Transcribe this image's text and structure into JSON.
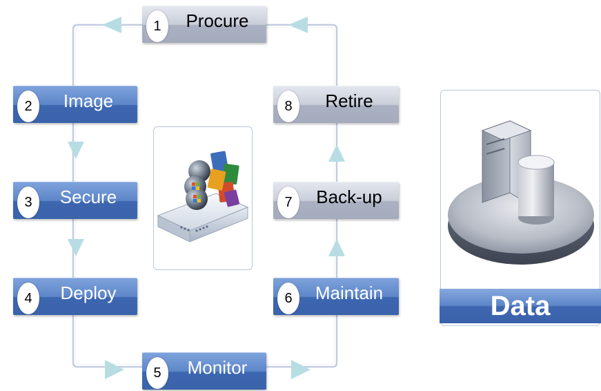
{
  "diagram": {
    "steps": [
      {
        "number": "1",
        "label": "Procure"
      },
      {
        "number": "2",
        "label": "Image"
      },
      {
        "number": "3",
        "label": "Secure"
      },
      {
        "number": "4",
        "label": "Deploy"
      },
      {
        "number": "5",
        "label": "Monitor"
      },
      {
        "number": "6",
        "label": "Maintain"
      },
      {
        "number": "7",
        "label": "Back-up"
      },
      {
        "number": "8",
        "label": "Retire"
      }
    ],
    "data_panel": {
      "label": "Data"
    },
    "icons": {
      "center": "office-server-suite-icon",
      "data": "server-database-icon",
      "arrow": "flow-arrow-icon"
    },
    "colors": {
      "step_blue": "#4a74bd",
      "step_gray": "#b4bac8",
      "connector": "#c3cde0",
      "arrow": "#b7dde3",
      "panel_border": "#b9c6d8"
    }
  }
}
